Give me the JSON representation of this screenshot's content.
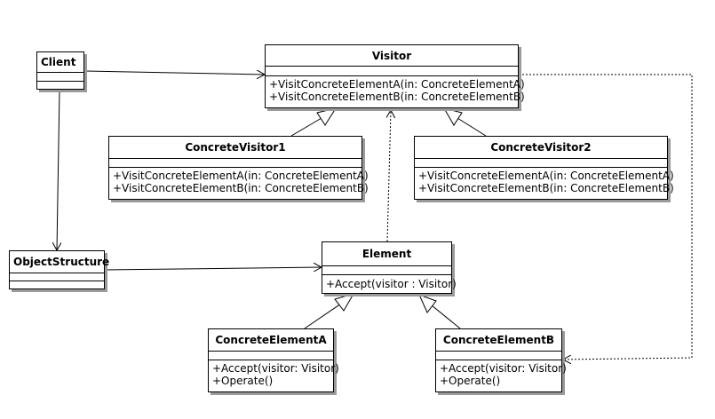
{
  "classes": {
    "client": {
      "name": "Client",
      "operations": []
    },
    "visitor": {
      "name": "Visitor",
      "operations": [
        "+VisitConcreteElementA(in: ConcreteElementA)",
        "+VisitConcreteElementB(in: ConcreteElementB)"
      ]
    },
    "concrete_visitor1": {
      "name": "ConcreteVisitor1",
      "operations": [
        "+VisitConcreteElementA(in: ConcreteElementA)",
        "+VisitConcreteElementB(in: ConcreteElementB)"
      ]
    },
    "concrete_visitor2": {
      "name": "ConcreteVisitor2",
      "operations": [
        "+VisitConcreteElementA(in: ConcreteElementA)",
        "+VisitConcreteElementB(in: ConcreteElementB)"
      ]
    },
    "object_structure": {
      "name": "ObjectStructure",
      "operations": []
    },
    "element": {
      "name": "Element",
      "operations": [
        "+Accept(visitor : Visitor)"
      ]
    },
    "concrete_element_a": {
      "name": "ConcreteElementA",
      "operations": [
        "+Accept(visitor: Visitor)",
        "+Operate()"
      ]
    },
    "concrete_element_b": {
      "name": "ConcreteElementB",
      "operations": [
        "+Accept(visitor: Visitor)",
        "+Operate()"
      ]
    }
  },
  "relationships": [
    {
      "from": "Client",
      "to": "Visitor",
      "kind": "association"
    },
    {
      "from": "Client",
      "to": "ObjectStructure",
      "kind": "association"
    },
    {
      "from": "ObjectStructure",
      "to": "Element",
      "kind": "association"
    },
    {
      "from": "ConcreteVisitor1",
      "to": "Visitor",
      "kind": "generalization"
    },
    {
      "from": "ConcreteVisitor2",
      "to": "Visitor",
      "kind": "generalization"
    },
    {
      "from": "ConcreteElementA",
      "to": "Element",
      "kind": "generalization"
    },
    {
      "from": "ConcreteElementB",
      "to": "Element",
      "kind": "generalization"
    },
    {
      "from": "Element",
      "to": "Visitor",
      "kind": "dependency"
    },
    {
      "from": "Visitor",
      "to": "ConcreteElementB",
      "kind": "dependency"
    }
  ]
}
